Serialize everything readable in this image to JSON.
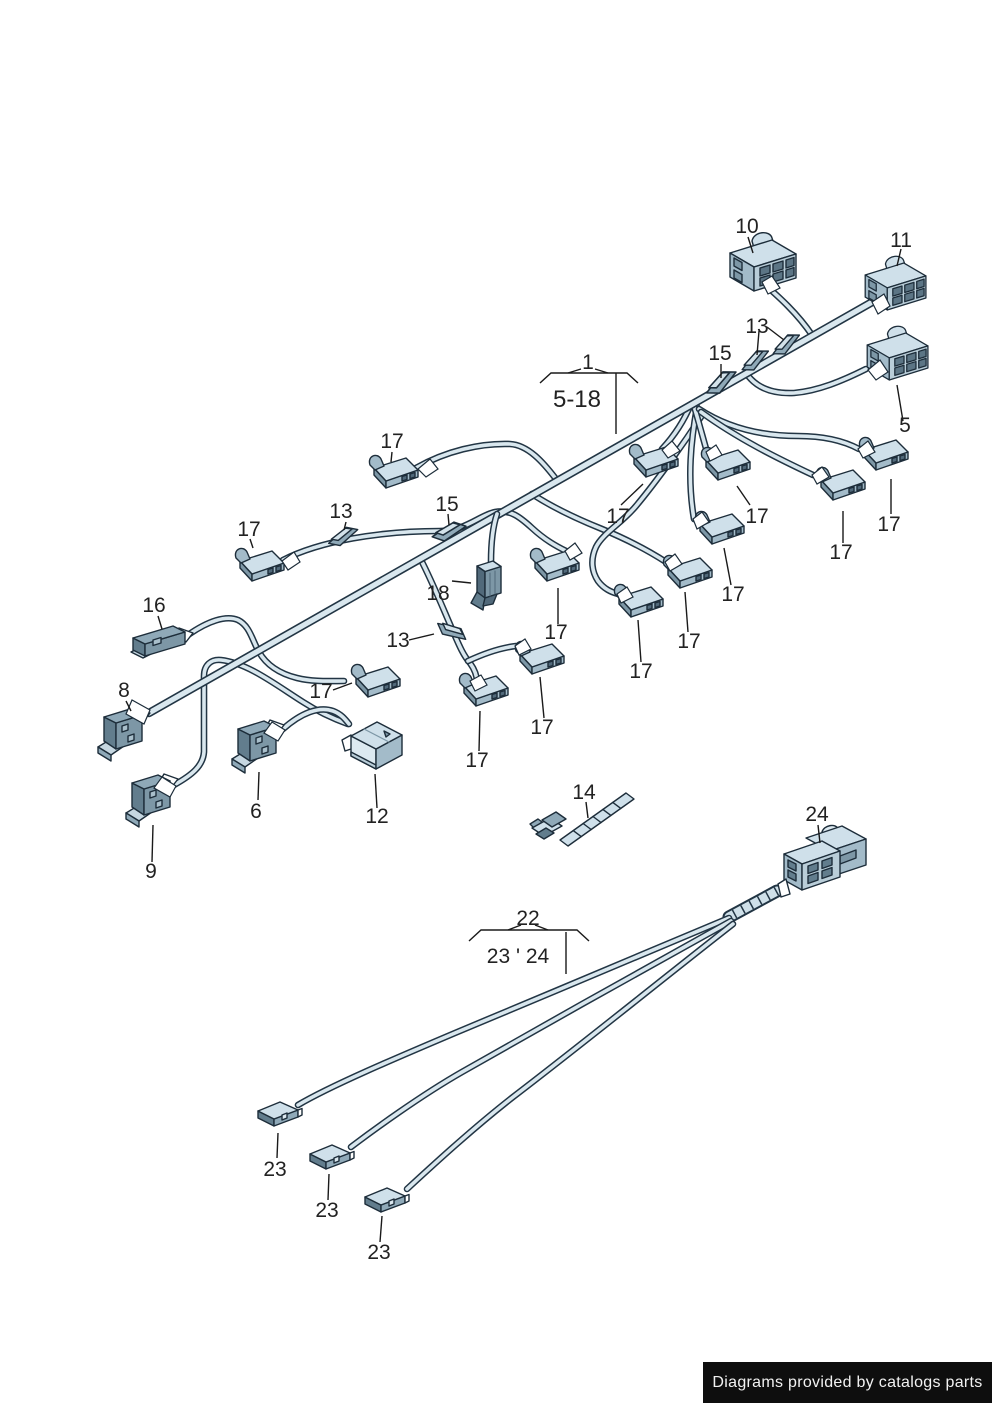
{
  "figure": {
    "kind": "wiring-harness-parts-diagram",
    "background": "#ffffff"
  },
  "palette": {
    "outline": "#1d2d3a",
    "cable_dark": "#223544",
    "cable_light": "#d9e7ee",
    "fill_light": "#cfe0ea",
    "fill_mid": "#a3bbc9",
    "fill_dark": "#7d97a6",
    "fill_darker": "#627d8d",
    "label_color": "#222222"
  },
  "parts": {
    "callouts": [
      {
        "t": "10"
      },
      {
        "t": "11"
      },
      {
        "t": "13"
      },
      {
        "t": "15"
      },
      {
        "t": "1"
      },
      {
        "t": "5-18"
      },
      {
        "t": "5"
      },
      {
        "t": "17"
      },
      {
        "t": "13"
      },
      {
        "t": "15"
      },
      {
        "t": "17"
      },
      {
        "t": "17"
      },
      {
        "t": "17"
      },
      {
        "t": "17"
      },
      {
        "t": "17"
      },
      {
        "t": "16"
      },
      {
        "t": "18"
      },
      {
        "t": "13"
      },
      {
        "t": "17"
      },
      {
        "t": "17"
      },
      {
        "t": "17"
      },
      {
        "t": "17"
      },
      {
        "t": "8"
      },
      {
        "t": "17"
      },
      {
        "t": "17"
      },
      {
        "t": "17"
      },
      {
        "t": "6"
      },
      {
        "t": "12"
      },
      {
        "t": "9"
      },
      {
        "t": "14"
      },
      {
        "t": "24"
      },
      {
        "t": "22"
      },
      {
        "t": "23 ' 24"
      },
      {
        "t": "23"
      },
      {
        "t": "23"
      },
      {
        "t": "23"
      }
    ]
  },
  "footer": {
    "text": "Diagrams provided by catalogs parts"
  }
}
